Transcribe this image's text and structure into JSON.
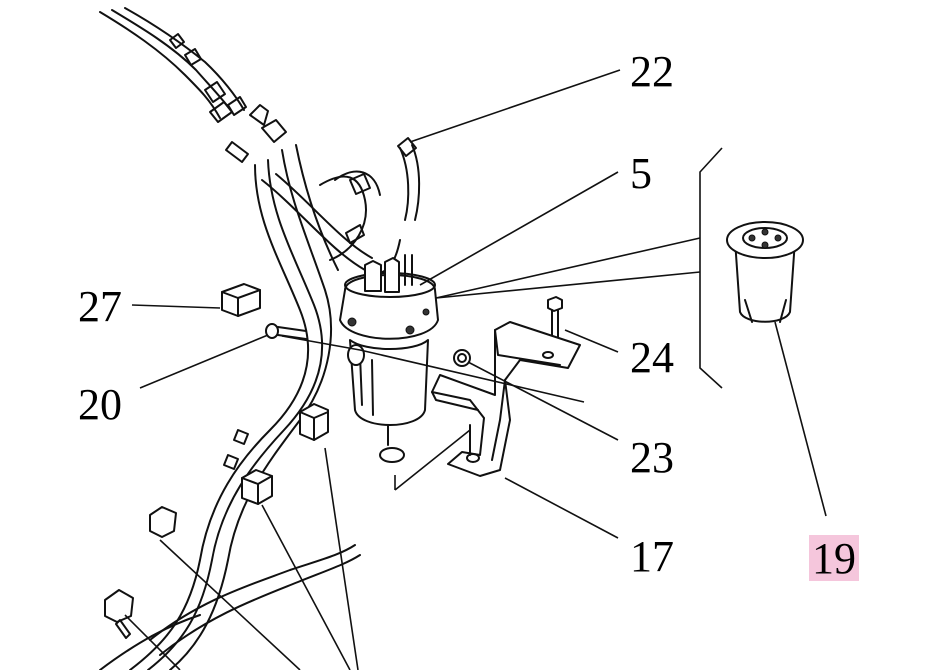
{
  "callouts": [
    {
      "id": "22",
      "text": "22",
      "highlighted": false
    },
    {
      "id": "5",
      "text": "5",
      "highlighted": false
    },
    {
      "id": "27",
      "text": "27",
      "highlighted": false
    },
    {
      "id": "24",
      "text": "24",
      "highlighted": false
    },
    {
      "id": "20",
      "text": "20",
      "highlighted": false
    },
    {
      "id": "23",
      "text": "23",
      "highlighted": false
    },
    {
      "id": "17",
      "text": "17",
      "highlighted": false
    },
    {
      "id": "19",
      "text": "19",
      "highlighted": true
    }
  ],
  "colors": {
    "line": "#111111",
    "background": "#ffffff",
    "highlight": "#f5c6dc"
  }
}
